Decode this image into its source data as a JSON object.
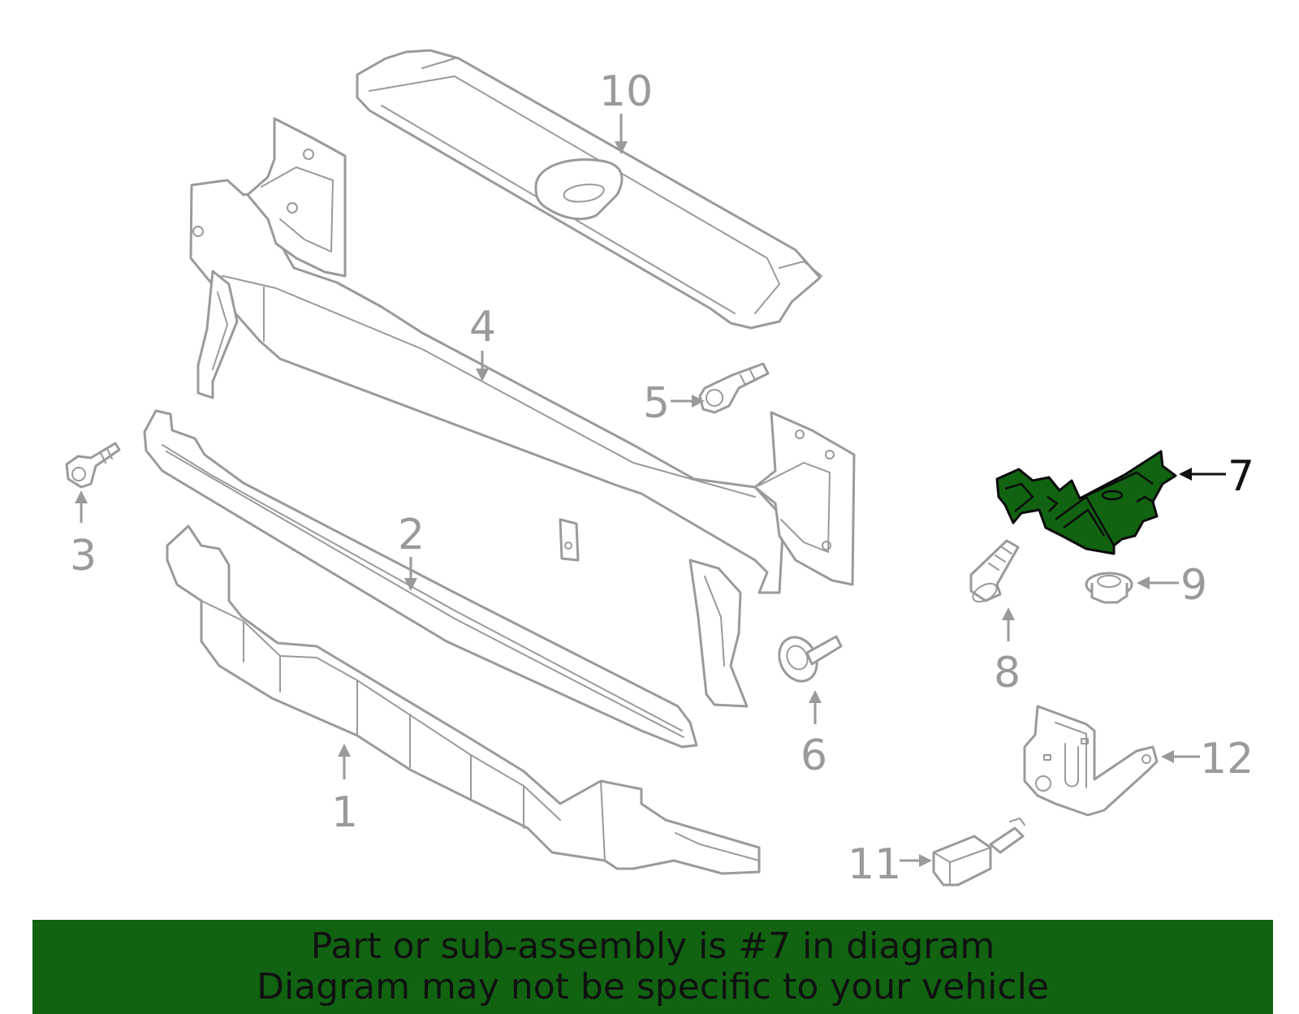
{
  "callouts": [
    {
      "id": "1",
      "label": "1",
      "active": false
    },
    {
      "id": "2",
      "label": "2",
      "active": false
    },
    {
      "id": "3",
      "label": "3",
      "active": false
    },
    {
      "id": "4",
      "label": "4",
      "active": false
    },
    {
      "id": "5",
      "label": "5",
      "active": false
    },
    {
      "id": "6",
      "label": "6",
      "active": false
    },
    {
      "id": "7",
      "label": "7",
      "active": true
    },
    {
      "id": "8",
      "label": "8",
      "active": false
    },
    {
      "id": "9",
      "label": "9",
      "active": false
    },
    {
      "id": "10",
      "label": "10",
      "active": false
    },
    {
      "id": "11",
      "label": "11",
      "active": false
    },
    {
      "id": "12",
      "label": "12",
      "active": false
    }
  ],
  "banner": {
    "line1": "Part or sub-assembly is #7 in diagram",
    "line2": "Diagram may not be specific to your vehicle"
  },
  "colors": {
    "highlight": "#116311",
    "line_art": "#9a9a9a",
    "active_text": "#111111"
  }
}
